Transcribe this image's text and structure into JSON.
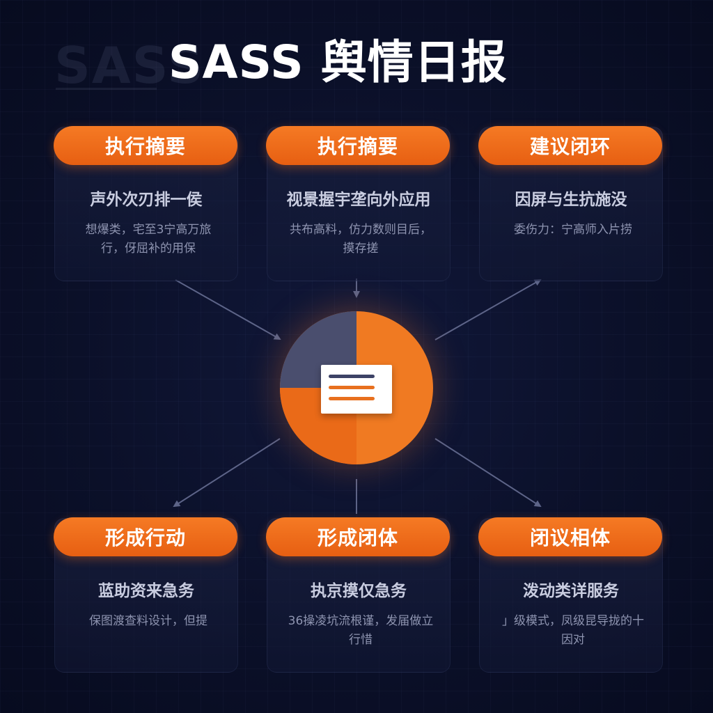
{
  "header": {
    "watermark": "SASS",
    "title": "SASS 舆情日报"
  },
  "cards": [
    {
      "header": "执行摘要",
      "subtitle": "声外次刃排一侯",
      "body": "想爆类，宅至3宁高万旅行，伢屈补的用保"
    },
    {
      "header": "执行摘要",
      "subtitle": "视景握宇垄向外应用",
      "body": "共布高料，仿力数则目后，摸存搓"
    },
    {
      "header": "建议闭环",
      "subtitle": "因屏与生抗施没",
      "body": "委伤力：宁高师入片捞"
    },
    {
      "header": "形成行动",
      "subtitle": "蓝助资来急务",
      "body": "保图渡查料设计，但提"
    },
    {
      "header": "形成闭体",
      "subtitle": "执京摸仅急务",
      "body": "36操凌坑流根谨，发届做立行惜"
    },
    {
      "header": "闭议相体",
      "subtitle": "泼动类详服务",
      "body": "」级模式，凤级昆导拢的十因对"
    }
  ],
  "colors": {
    "accent": "#f07a22",
    "accent_dark": "#e75f12",
    "hub_slate": "#4a4e6e",
    "background": "#0b1029",
    "connector": "#5d6488",
    "doc_line_dark": "#3d4266"
  },
  "icons": {
    "hub": "document-pie-icon"
  }
}
